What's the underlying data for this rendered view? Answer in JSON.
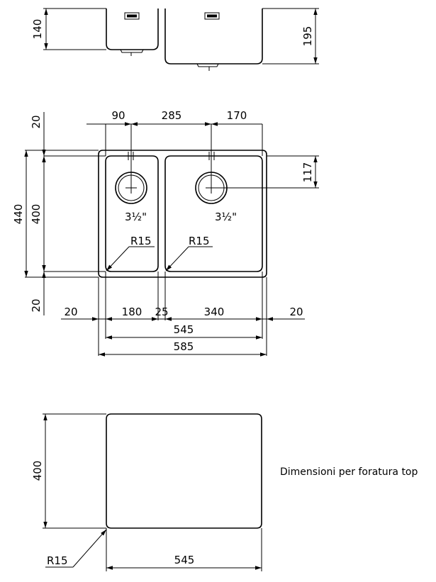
{
  "side_view": {
    "dim_depth_small": "140",
    "dim_depth_large": "195"
  },
  "plan_view": {
    "dim_top_margin": "20",
    "dim_left_offset": "90",
    "dim_drain_spacing": "285",
    "dim_right_offset": "170",
    "dim_drain_depth": "117",
    "dim_total_height": "440",
    "dim_bowl_height": "400",
    "dim_bottom_margin": "20",
    "drain_left": "3½\"",
    "drain_right": "3½\"",
    "radius_left": "R15",
    "radius_right": "R15",
    "dim_margin_left": "20",
    "dim_bowl_left": "180",
    "dim_divider": "25",
    "dim_bowl_right": "340",
    "dim_margin_right": "20",
    "dim_inner_width": "545",
    "dim_outer_width": "585"
  },
  "cutout_view": {
    "dim_height": "400",
    "dim_width": "545",
    "radius": "R15",
    "caption": "Dimensioni per foratura top"
  }
}
